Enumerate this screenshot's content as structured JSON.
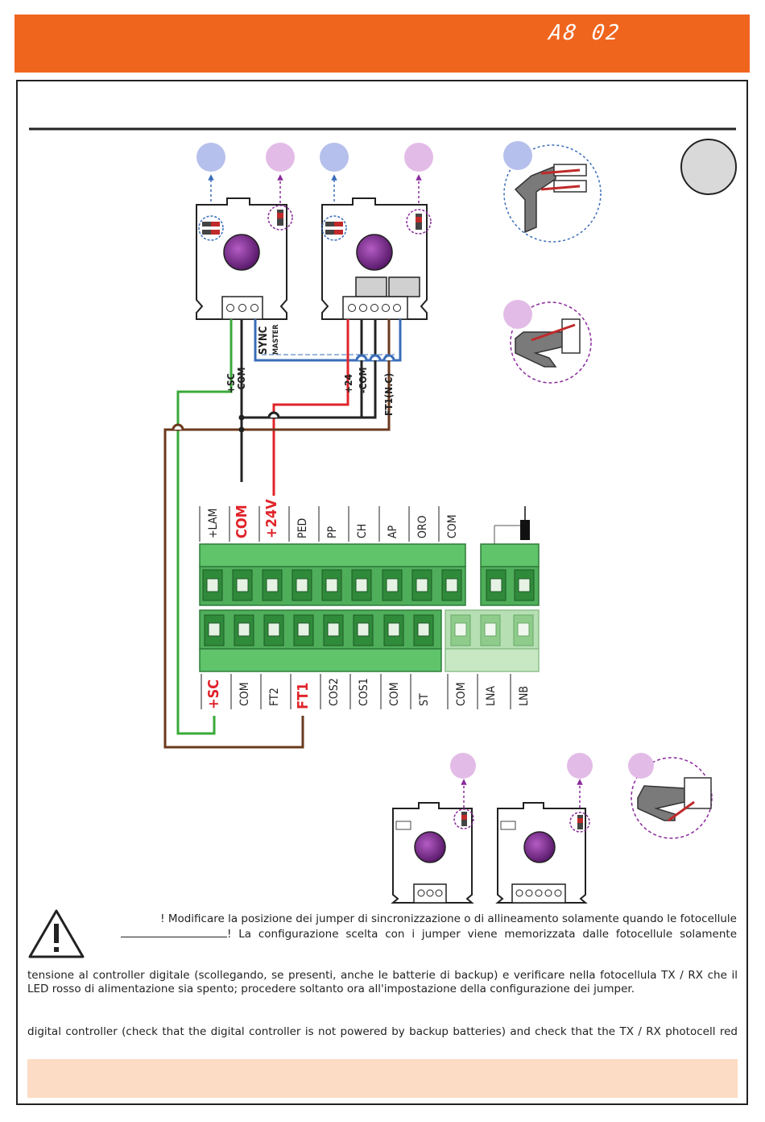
{
  "header": {
    "model_code": "A8 02",
    "color": "#f0651e"
  },
  "photocell_wiring": {
    "tx_wires": {
      "sc": "+SC",
      "com": "-COM"
    },
    "sync_label": "SYNC",
    "sync_sub": "MASTER",
    "rx_wires": {
      "v24": "+24",
      "com": "-COM",
      "ft1": "FT1(N.C)"
    }
  },
  "terminal_top": [
    "+LAM",
    "COM",
    "+24V",
    "PED",
    "PP",
    "CH",
    "AP",
    "ORO",
    "COM"
  ],
  "terminal_bottom": [
    "+SC",
    "COM",
    "FT2",
    "FT1",
    "COS2",
    "COS1",
    "COM",
    "ST",
    "COM",
    "LNA",
    "LNB"
  ],
  "highlight_color": "#e0242a",
  "warning": {
    "line1": "! Modificare la posizione dei jumper di sincronizzazione o di allineamento solamente quando le fotocellule",
    "line2": "! La configurazione scelta con i jumper viene memorizzata dalle fotocellule solamente"
  },
  "paragraph_it": "tensione al controller digitale (scollegando, se presenti, anche le batterie di backup) e verificare nella fotocellula TX / RX che il LED rosso di alimentazione sia spento; procedere soltanto ora all'impostazione della configurazione dei jumper.",
  "paragraph_en": "digital controller (check that the digital controller is not powered by backup batteries) and check that the TX / RX photocell red"
}
